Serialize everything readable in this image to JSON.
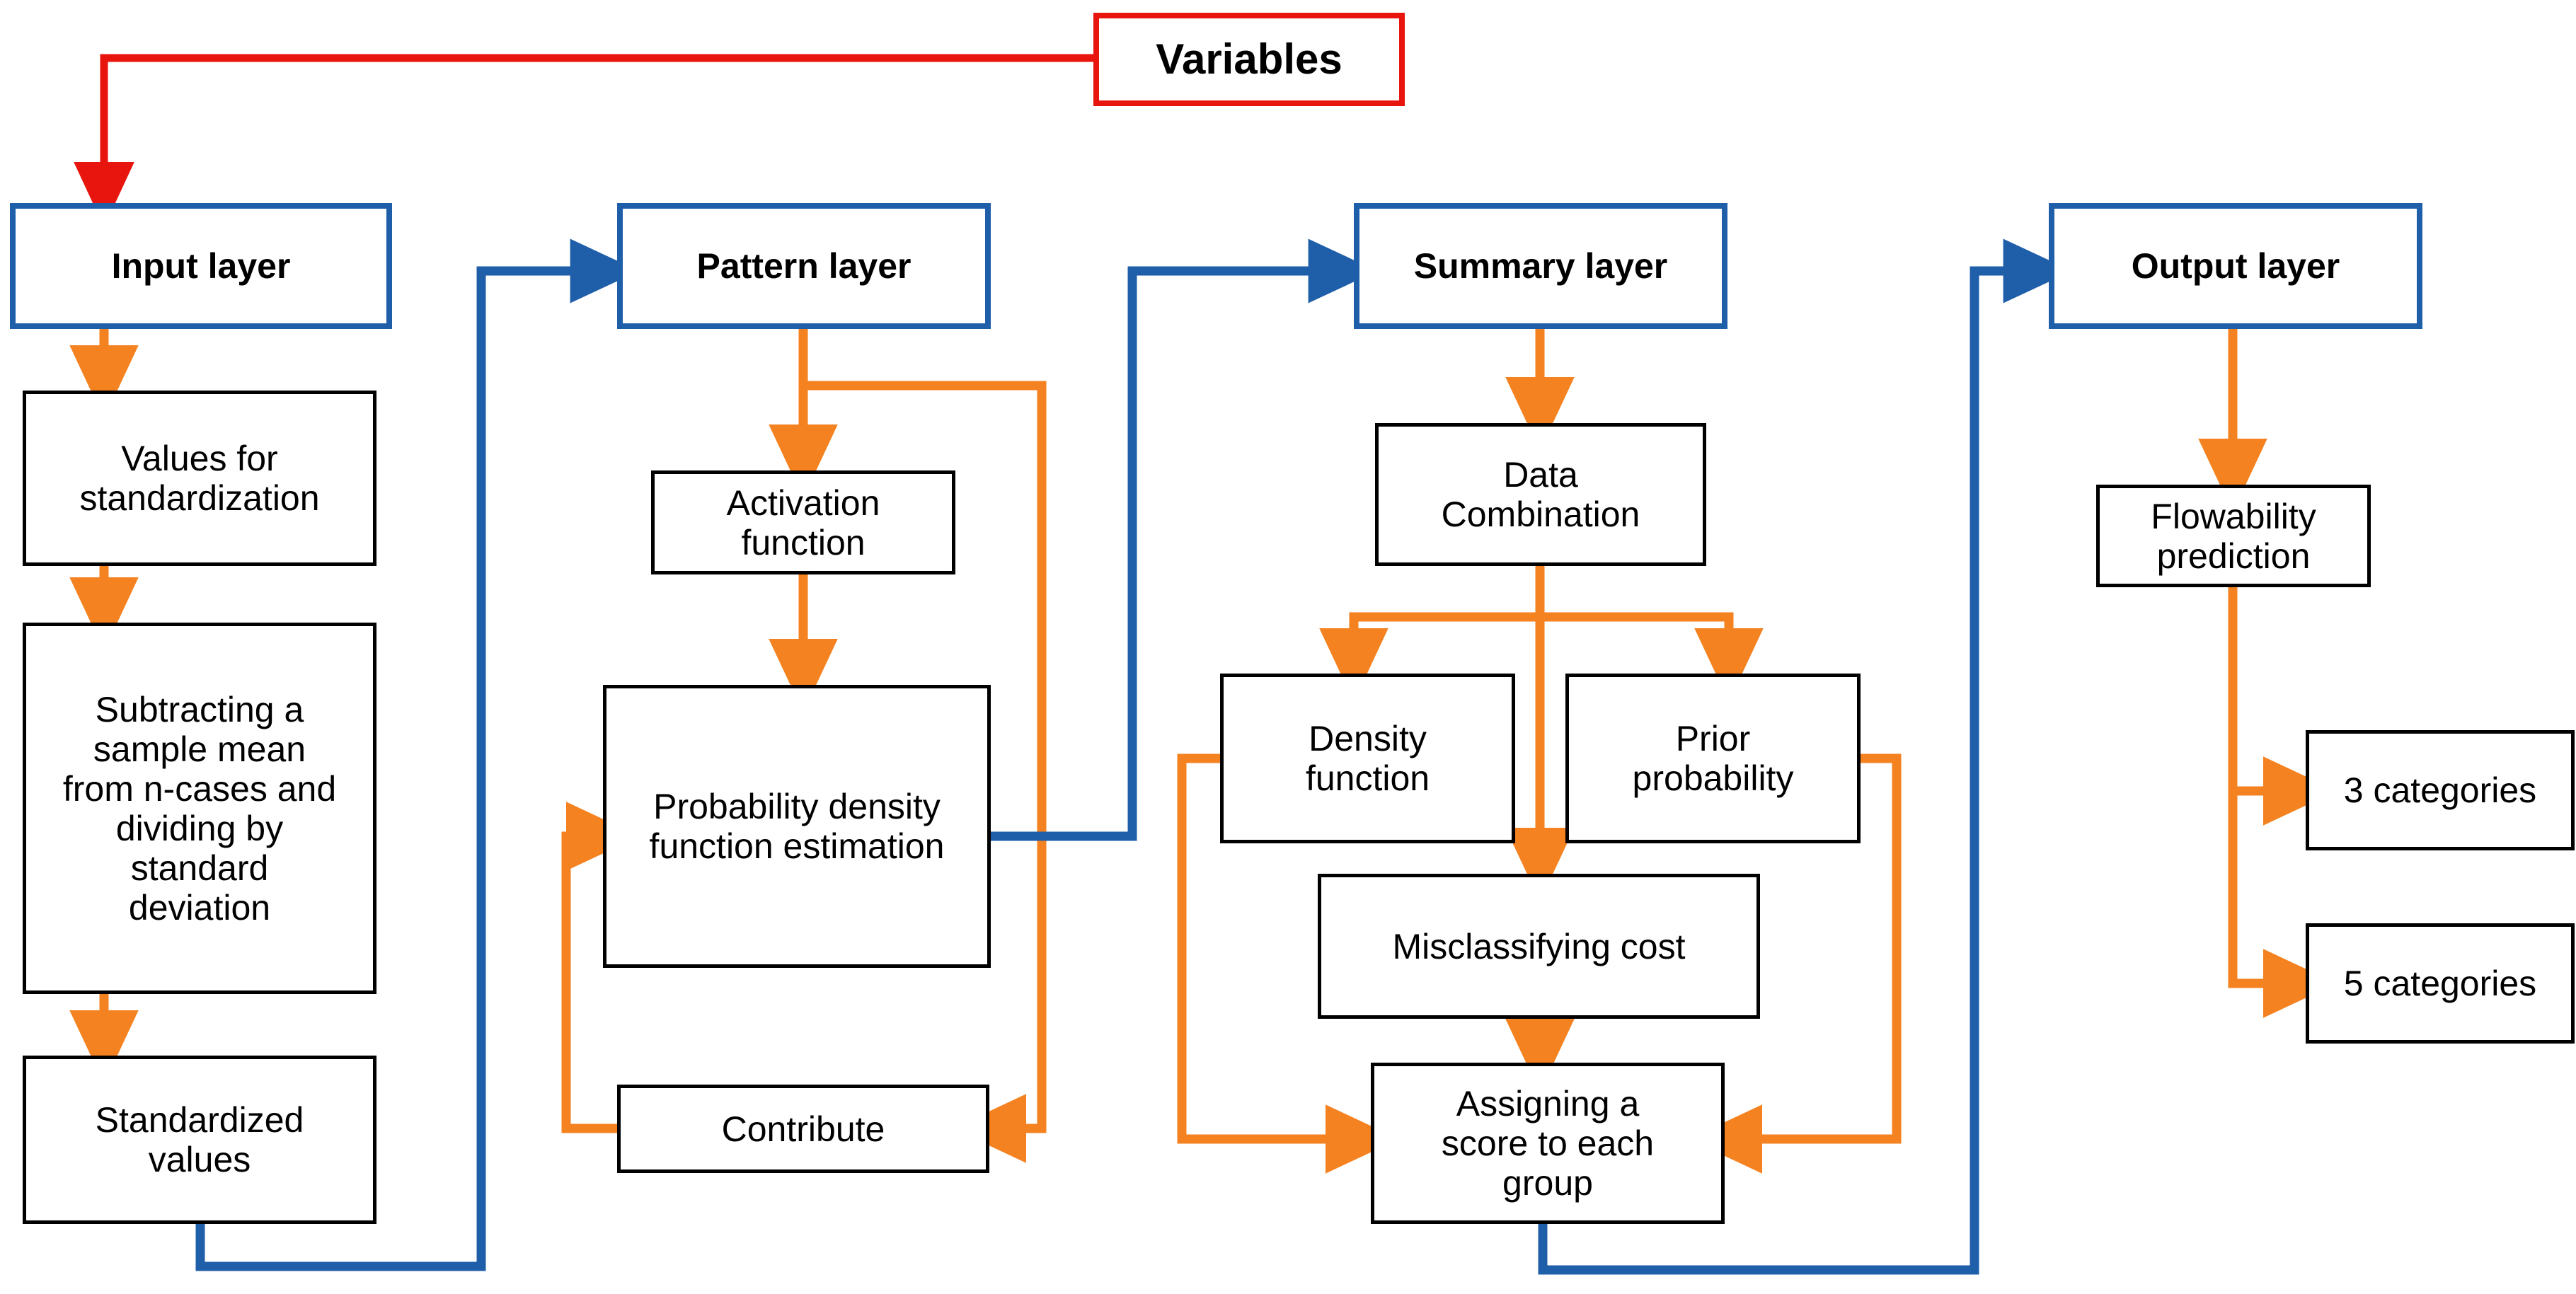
{
  "diagram": {
    "title": "Probabilistic Neural Network flowchart",
    "colors": {
      "header_border": "#1f5fa9",
      "variables_border": "#e8140e",
      "node_border": "#000000",
      "blue_connector": "#1f5fa9",
      "orange_connector": "#f58220",
      "red_connector": "#e8140e",
      "background": "#ffffff",
      "text": "#000000"
    },
    "variables": {
      "label": "Variables"
    },
    "columns": [
      {
        "key": "input",
        "header": "Input layer",
        "nodes": [
          {
            "key": "values-for-standardization",
            "label": "Values for\nstandardization"
          },
          {
            "key": "subtracting-sample-mean",
            "label": "Subtracting a\nsample mean\nfrom n-cases and\ndividing by\nstandard\ndeviation"
          },
          {
            "key": "standardized-values",
            "label": "Standardized\nvalues"
          }
        ]
      },
      {
        "key": "pattern",
        "header": "Pattern layer",
        "nodes": [
          {
            "key": "activation-function",
            "label": "Activation\nfunction"
          },
          {
            "key": "probability-density-function-estimation",
            "label": "Probability density\nfunction estimation"
          },
          {
            "key": "contribute",
            "label": "Contribute"
          }
        ]
      },
      {
        "key": "summary",
        "header": "Summary layer",
        "nodes": [
          {
            "key": "data-combination",
            "label": "Data\nCombination"
          },
          {
            "key": "density-function",
            "label": "Density\nfunction"
          },
          {
            "key": "prior-probability",
            "label": "Prior\nprobability"
          },
          {
            "key": "misclassifying-cost",
            "label": "Misclassifying cost"
          },
          {
            "key": "assigning-a-score-to-each-group",
            "label": "Assigning a\nscore to each\ngroup"
          }
        ]
      },
      {
        "key": "output",
        "header": "Output layer",
        "nodes": [
          {
            "key": "flowability-prediction",
            "label": "Flowability\nprediction"
          },
          {
            "key": "three-categories",
            "label": "3 categories"
          },
          {
            "key": "five-categories",
            "label": "5 categories"
          }
        ]
      }
    ],
    "connections": [
      {
        "from": "variables",
        "to": "input-layer",
        "color": "#e8140e"
      },
      {
        "from": "input-layer",
        "to": "values-for-standardization",
        "color": "#f58220"
      },
      {
        "from": "values-for-standardization",
        "to": "subtracting-sample-mean",
        "color": "#f58220"
      },
      {
        "from": "subtracting-sample-mean",
        "to": "standardized-values",
        "color": "#f58220"
      },
      {
        "from": "standardized-values",
        "to": "pattern-layer",
        "color": "#1f5fa9"
      },
      {
        "from": "pattern-layer",
        "to": "activation-function",
        "color": "#f58220"
      },
      {
        "from": "pattern-layer",
        "to": "contribute",
        "color": "#f58220"
      },
      {
        "from": "activation-function",
        "to": "probability-density-function-estimation",
        "color": "#f58220"
      },
      {
        "from": "contribute",
        "to": "probability-density-function-estimation",
        "color": "#f58220"
      },
      {
        "from": "probability-density-function-estimation",
        "to": "summary-layer",
        "color": "#1f5fa9"
      },
      {
        "from": "summary-layer",
        "to": "data-combination",
        "color": "#f58220"
      },
      {
        "from": "data-combination",
        "to": "density-function",
        "color": "#f58220"
      },
      {
        "from": "data-combination",
        "to": "prior-probability",
        "color": "#f58220"
      },
      {
        "from": "data-combination",
        "to": "misclassifying-cost",
        "color": "#f58220"
      },
      {
        "from": "misclassifying-cost",
        "to": "assigning-a-score-to-each-group",
        "color": "#f58220"
      },
      {
        "from": "density-function",
        "to": "assigning-a-score-to-each-group",
        "color": "#f58220"
      },
      {
        "from": "prior-probability",
        "to": "assigning-a-score-to-each-group",
        "color": "#f58220"
      },
      {
        "from": "assigning-a-score-to-each-group",
        "to": "output-layer",
        "color": "#1f5fa9"
      },
      {
        "from": "output-layer",
        "to": "flowability-prediction",
        "color": "#f58220"
      },
      {
        "from": "flowability-prediction",
        "to": "three-categories",
        "color": "#f58220"
      },
      {
        "from": "flowability-prediction",
        "to": "five-categories",
        "color": "#f58220"
      }
    ]
  }
}
